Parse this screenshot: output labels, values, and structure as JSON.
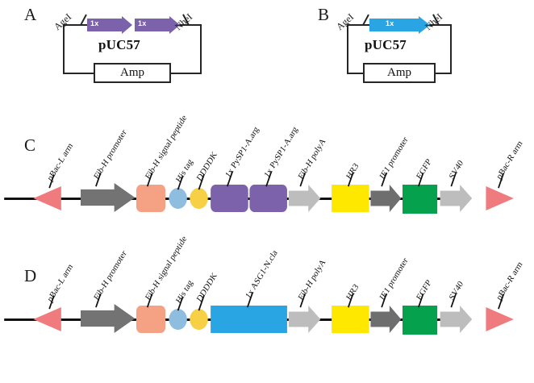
{
  "figure": {
    "panels": [
      "A",
      "B",
      "C",
      "D"
    ]
  },
  "panel_a": {
    "letter": "A",
    "vector_name": "pUC57",
    "marker_label": "Amp",
    "site_left": "AgeI",
    "site_right": "NheI",
    "inserts": [
      {
        "label": "1x",
        "color": "#7b62ab"
      },
      {
        "label": "1x",
        "color": "#7b62ab"
      }
    ]
  },
  "panel_b": {
    "letter": "B",
    "vector_name": "pUC57",
    "marker_label": "Amp",
    "site_left": "AgeI",
    "site_right": "NheI",
    "inserts": [
      {
        "label": "1x",
        "color": "#29a5e3"
      }
    ]
  },
  "panel_c": {
    "letter": "C",
    "features": [
      {
        "name": "pBac-L arm",
        "shape": "triangle-left",
        "color": "#ef7b7e"
      },
      {
        "name": "Fib-H promoter",
        "shape": "arrow-right",
        "color": "#737373"
      },
      {
        "name": "Fib-H signal peptide",
        "shape": "rounded-rect",
        "color": "#f4a184"
      },
      {
        "name": "His tag",
        "shape": "circle",
        "color": "#8fbde0"
      },
      {
        "name": "DDDDK",
        "shape": "circle",
        "color": "#f7d046"
      },
      {
        "name": "1x PySP1-A.arg",
        "shape": "rounded-rect",
        "color": "#7b62ab"
      },
      {
        "name": "1x PySP1-A.arg",
        "shape": "rounded-rect",
        "color": "#7b62ab"
      },
      {
        "name": "Fib-H polyA",
        "shape": "arrow-right",
        "color": "#bdbdbd"
      },
      {
        "name": "HR3",
        "shape": "rect",
        "color": "#ffe800"
      },
      {
        "name": "IE1 promoter",
        "shape": "arrow-right",
        "color": "#6e6e6e"
      },
      {
        "name": "EGFP",
        "shape": "rect",
        "color": "#05a14d"
      },
      {
        "name": "SV40",
        "shape": "arrow-right",
        "color": "#bdbdbd"
      },
      {
        "name": "pBac-R arm",
        "shape": "triangle-right",
        "color": "#ef7b7e"
      }
    ]
  },
  "panel_d": {
    "letter": "D",
    "features": [
      {
        "name": "pBac-L arm",
        "shape": "triangle-left",
        "color": "#ef7b7e"
      },
      {
        "name": "Fib-H promoter",
        "shape": "arrow-right",
        "color": "#737373"
      },
      {
        "name": "Fib-H signal peptide",
        "shape": "rounded-rect",
        "color": "#f4a184"
      },
      {
        "name": "His tag",
        "shape": "circle",
        "color": "#8fbde0"
      },
      {
        "name": "DDDDK",
        "shape": "circle",
        "color": "#f7d046"
      },
      {
        "name": "1x ASG1-N.cla",
        "shape": "rect",
        "color": "#29a5e3"
      },
      {
        "name": "Fib-H polyA",
        "shape": "arrow-right",
        "color": "#bdbdbd"
      },
      {
        "name": "HR3",
        "shape": "rect",
        "color": "#ffe800"
      },
      {
        "name": "IE1 promoter",
        "shape": "arrow-right",
        "color": "#6e6e6e"
      },
      {
        "name": "EGFP",
        "shape": "rect",
        "color": "#05a14d"
      },
      {
        "name": "SV40",
        "shape": "arrow-right",
        "color": "#bdbdbd"
      },
      {
        "name": "pBac-R arm",
        "shape": "triangle-right",
        "color": "#ef7b7e"
      }
    ]
  }
}
